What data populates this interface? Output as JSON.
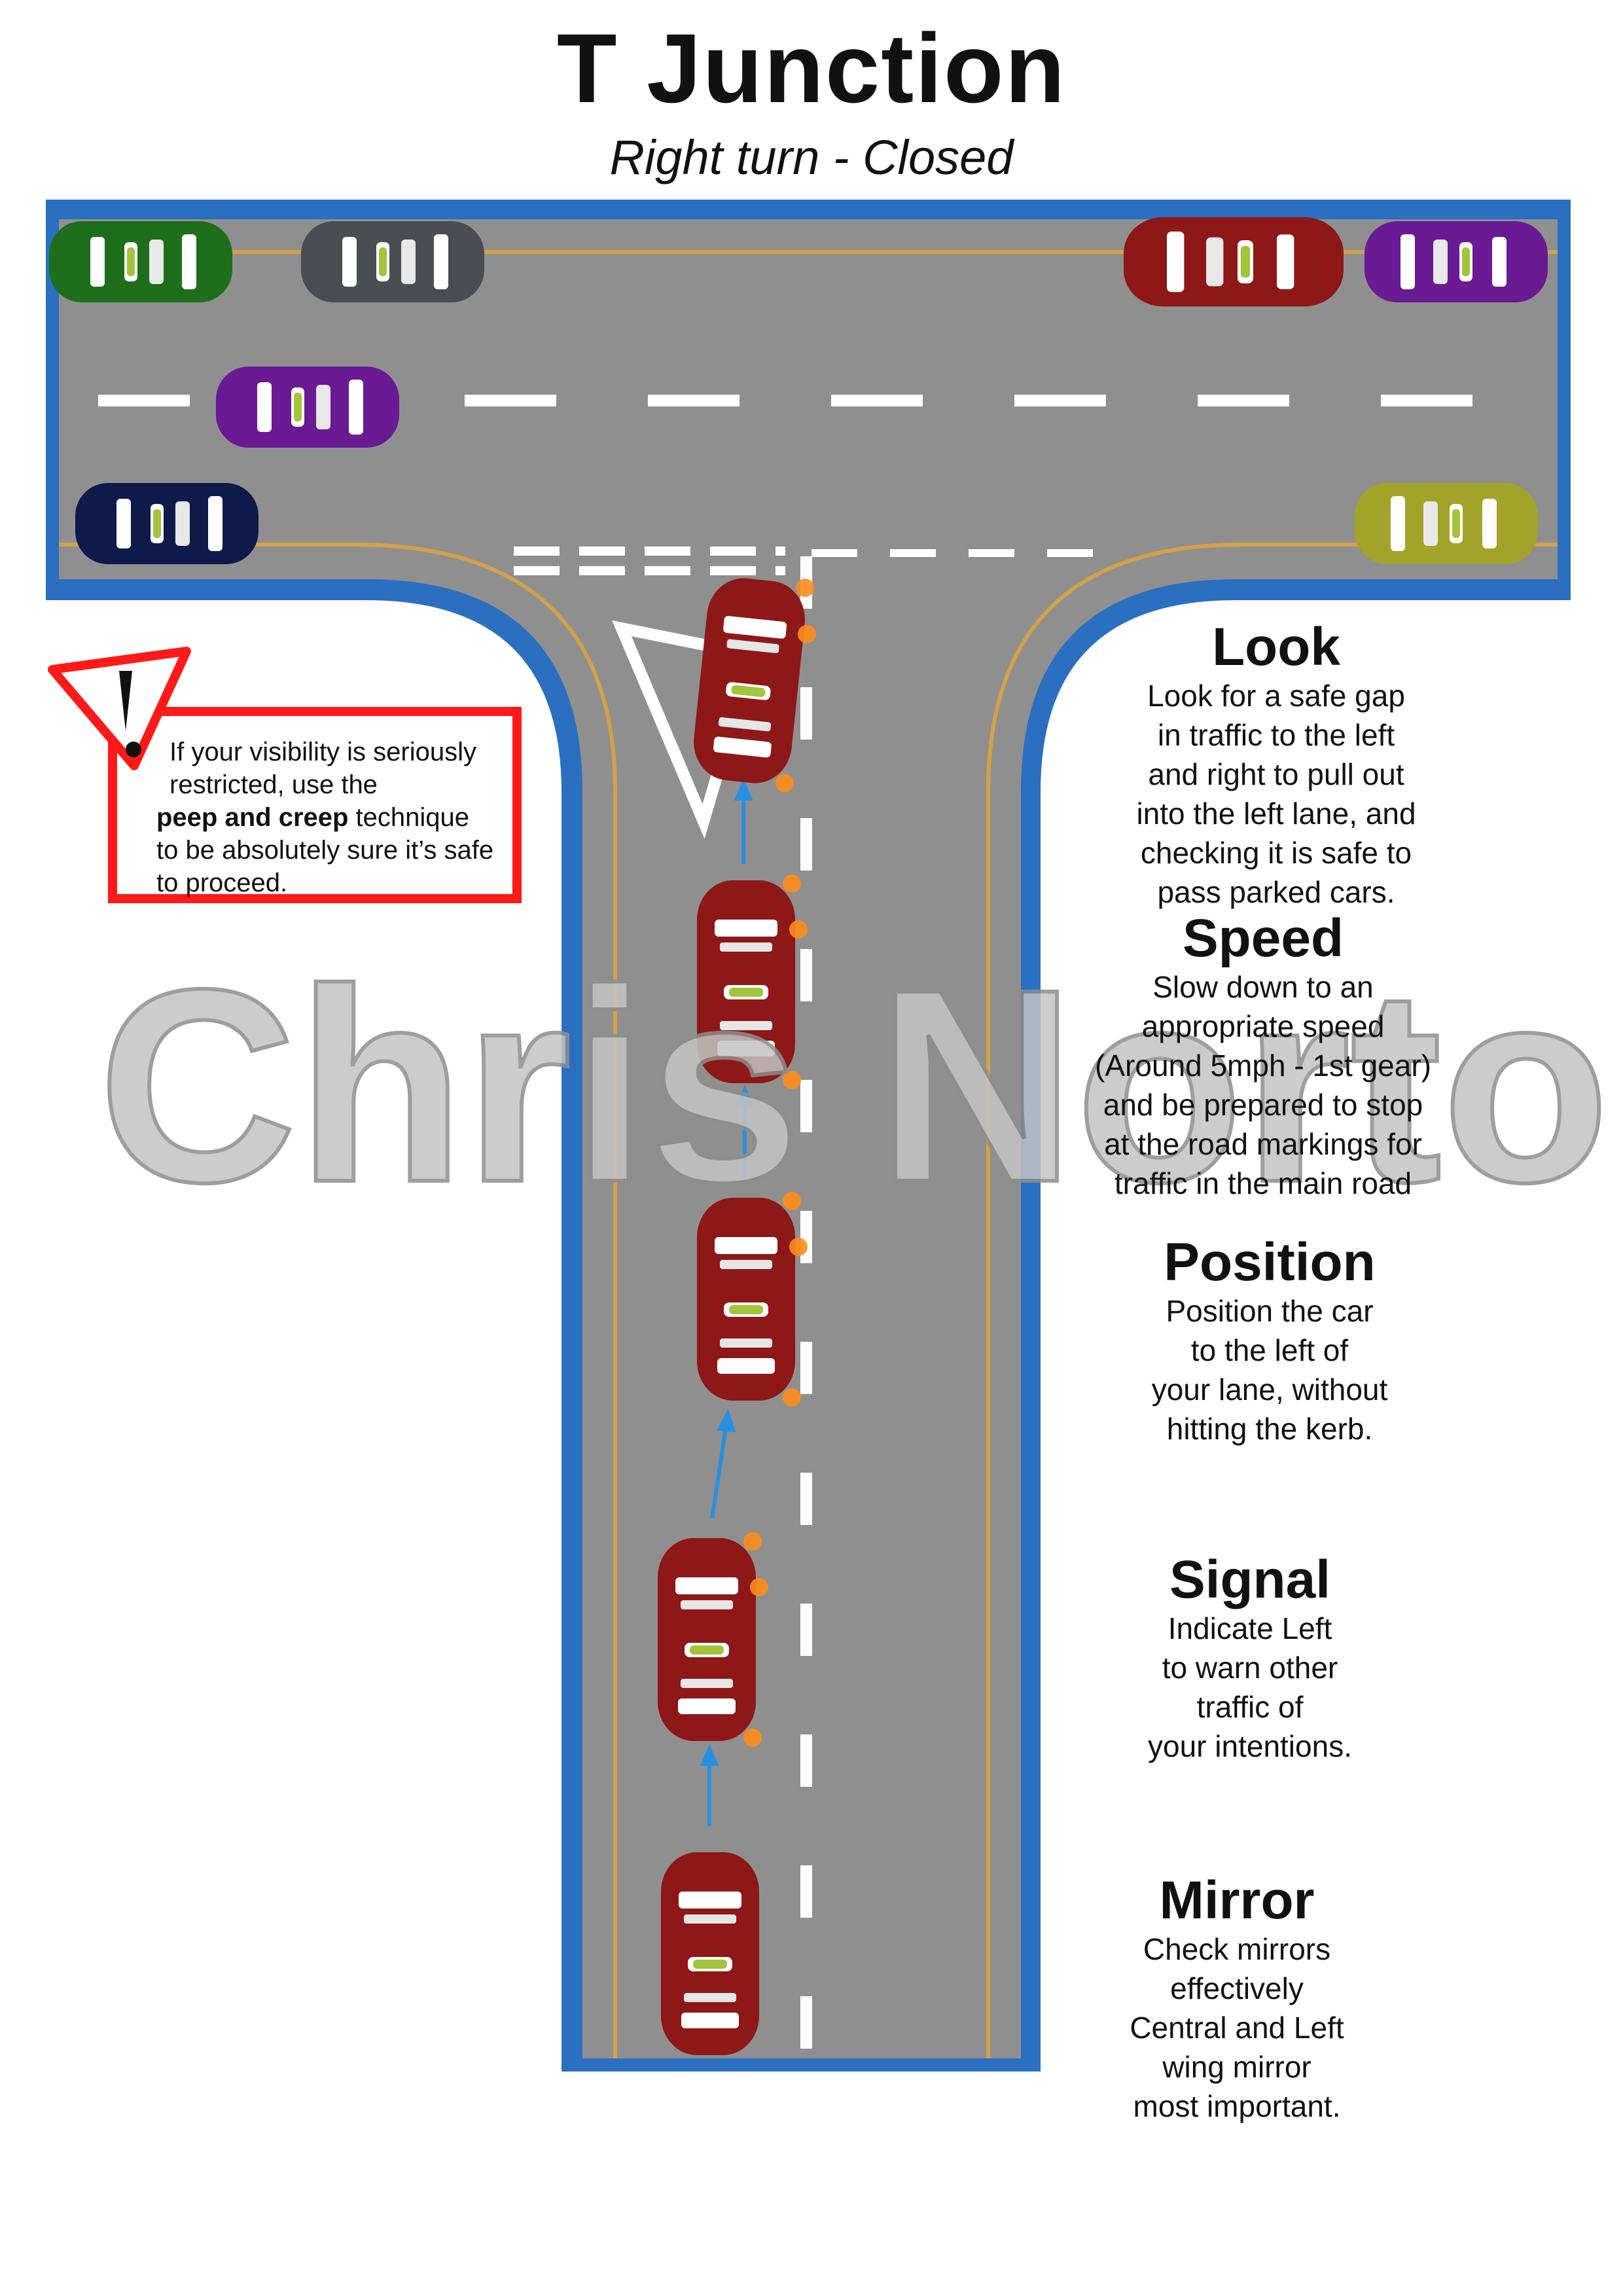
{
  "header": {
    "title": "T Junction",
    "subtitle": "Right turn - Closed"
  },
  "colors": {
    "kerb": "#2b6fc0",
    "road": "#8f8f8f",
    "yellow_line": "#d3a14a",
    "white_line": "#ffffff",
    "learner_car": "#8e1717",
    "indicator": "#ff8c1a",
    "warning_red": "#ff1a1a"
  },
  "warning": {
    "line1": "If your visibility is seriously",
    "line2": "restricted, use the",
    "line3_bold": "peep and creep",
    "line3_rest": " technique",
    "line4": "to be absolutely sure it’s safe",
    "line5": "to proceed.",
    "icon": "warning-triangle-icon"
  },
  "steps": {
    "look": {
      "heading": "Look",
      "lines": [
        "Look for a safe gap",
        "in traffic to the left",
        "and right to pull out",
        "into the left lane, and",
        "checking it is safe to",
        "pass parked cars."
      ]
    },
    "speed": {
      "heading": "Speed",
      "lines": [
        "Slow down to an",
        "appropriate speed",
        "(Around 5mph - 1st gear)",
        "and be prepared to stop",
        "at the road markings for",
        "traffic in the main road"
      ]
    },
    "position": {
      "heading": "Position",
      "lines": [
        "Position the car",
        "to the left of",
        "your lane, without",
        "hitting the kerb."
      ]
    },
    "signal": {
      "heading": "Signal",
      "lines": [
        "Indicate Left",
        "to warn other",
        "traffic of",
        "your intentions."
      ]
    },
    "mirror": {
      "heading": "Mirror",
      "lines": [
        "Check mirrors",
        "effectively",
        "Central and Left",
        "wing mirror",
        "most important."
      ]
    }
  },
  "watermark": {
    "part1": "Chris",
    "part2": "Norto"
  },
  "parked_cars": [
    {
      "color": "#1f6e1c"
    },
    {
      "color": "#4a4d52"
    },
    {
      "color": "#6a1a93"
    },
    {
      "color": "#0e1a4a"
    },
    {
      "color": "#8e1717"
    },
    {
      "color": "#6a1a93"
    },
    {
      "color": "#a3a32a"
    }
  ]
}
